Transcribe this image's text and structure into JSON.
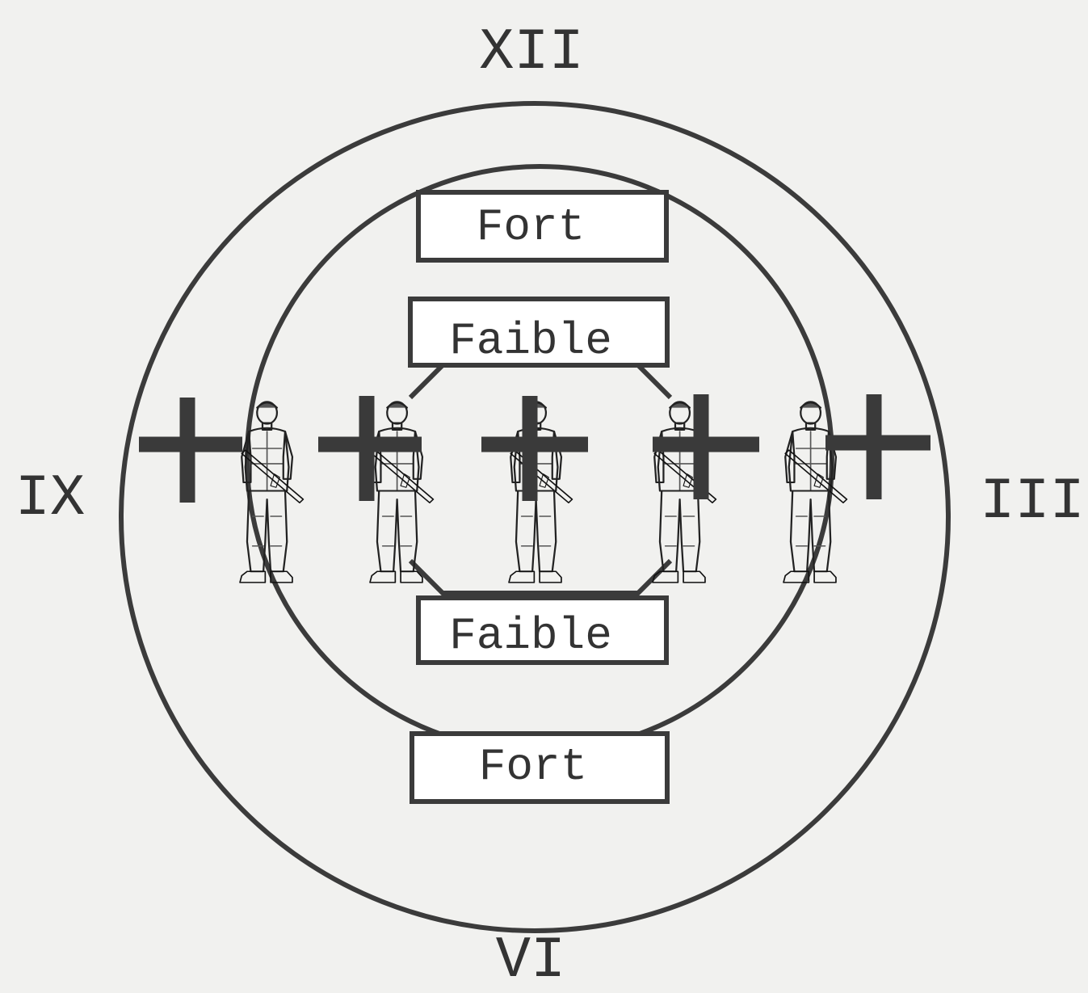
{
  "clock": {
    "top": "XII",
    "right": "III",
    "bottom": "VI",
    "left": "IX"
  },
  "labels": {
    "outer_top": "Fort",
    "inner_top": "Faible",
    "inner_bottom": "Faible",
    "outer_bottom": "Fort"
  },
  "colors": {
    "background": "#f1f1ef",
    "line": "#3b3b3b",
    "cross": "#3a3a3a"
  },
  "soldiers": [
    {
      "name": "soldier-1",
      "icon": "armed-soldier-figure"
    },
    {
      "name": "soldier-2",
      "icon": "armed-soldier-figure"
    },
    {
      "name": "soldier-3",
      "icon": "armed-soldier-figure"
    },
    {
      "name": "soldier-4",
      "icon": "armed-soldier-figure"
    },
    {
      "name": "soldier-5",
      "icon": "armed-soldier-figure"
    }
  ],
  "crosshairs": [
    {
      "name": "crosshair-1",
      "icon": "crosshair-icon"
    },
    {
      "name": "crosshair-2",
      "icon": "crosshair-icon"
    },
    {
      "name": "crosshair-3",
      "icon": "crosshair-icon"
    },
    {
      "name": "crosshair-4",
      "icon": "crosshair-icon"
    },
    {
      "name": "crosshair-5",
      "icon": "crosshair-icon"
    }
  ]
}
